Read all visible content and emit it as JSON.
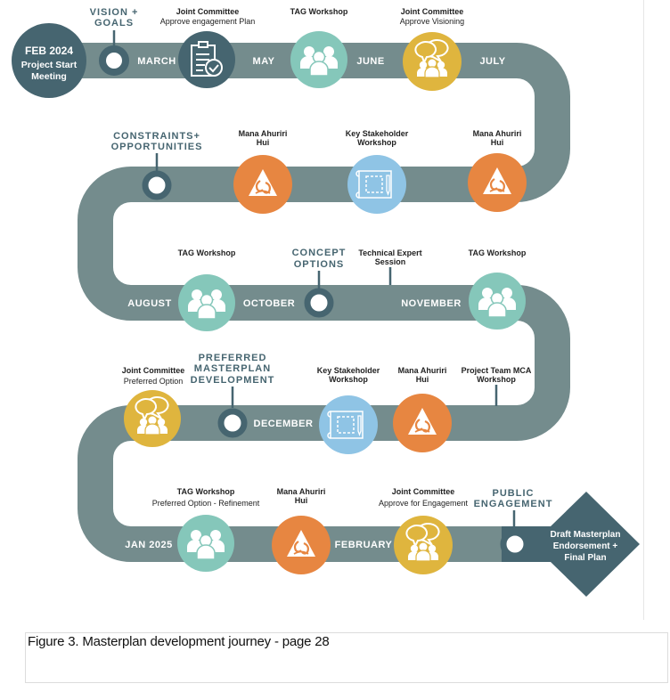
{
  "figure": {
    "caption": "Figure 3. Masterplan development journey - page 28",
    "colors": {
      "track": "#748c8d",
      "dark": "#466570",
      "teal": "#85c7ba",
      "orange": "#e78641",
      "blue": "#8fc4e5",
      "gold": "#dfb53e"
    }
  },
  "start": {
    "line1": "FEB 2024",
    "line2": "Project Start",
    "line3": "Meeting"
  },
  "end": {
    "line1": "Draft Masterplan",
    "line2": "Endorsement +",
    "line3": "Final Plan"
  },
  "months": {
    "march": "MARCH",
    "may": "MAY",
    "june": "JUNE",
    "july": "JULY",
    "august": "AUGUST",
    "october": "OCTOBER",
    "november": "NOVEMBER",
    "december": "DECEMBER",
    "jan2025": "JAN 2025",
    "february": "FEBRUARY"
  },
  "phases": {
    "vision": [
      "VISION +",
      "GOALS"
    ],
    "constraints": [
      "CONSTRAINTS+",
      "OPPORTUNITIES"
    ],
    "concept": [
      "CONCEPT",
      "OPTIONS"
    ],
    "preferred": [
      "PREFERRED",
      "MASTERPLAN",
      "DEVELOPMENT"
    ],
    "public": [
      "PUBLIC",
      "ENGAGEMENT"
    ]
  },
  "events": {
    "jc_plan": {
      "title": "Joint Committee",
      "sub": "Approve engagement Plan",
      "icon": "clipboard-check-icon"
    },
    "tag1": {
      "title": "TAG Workshop",
      "icon": "people-icon"
    },
    "jc_vision": {
      "title": "Joint Committee",
      "sub": "Approve Visioning",
      "icon": "chat-people-icon"
    },
    "mana1": {
      "title": "Mana Ahuriri",
      "title2": "Hui",
      "icon": "mana-ahuriri-icon"
    },
    "ksw1": {
      "title": "Key Stakeholder",
      "title2": "Workshop",
      "icon": "blueprint-icon"
    },
    "mana2": {
      "title": "Mana Ahuriri",
      "title2": "Hui",
      "icon": "mana-ahuriri-icon"
    },
    "tag2": {
      "title": "TAG Workshop",
      "icon": "people-icon"
    },
    "tech": {
      "title": "Technical Expert",
      "title2": "Session"
    },
    "tag3": {
      "title": "TAG Workshop",
      "icon": "people-icon"
    },
    "jc_pref": {
      "title": "Joint Committee",
      "sub": "Preferred Option",
      "icon": "chat-people-icon"
    },
    "ksw2": {
      "title": "Key Stakeholder",
      "title2": "Workshop",
      "icon": "blueprint-icon"
    },
    "mana3": {
      "title": "Mana Ahuriri",
      "title2": "Hui",
      "icon": "mana-ahuriri-icon"
    },
    "mca": {
      "title": "Project Team MCA",
      "title2": "Workshop"
    },
    "tag4": {
      "title": "TAG Workshop",
      "sub": "Preferred Option - Refinement",
      "icon": "people-icon"
    },
    "mana4": {
      "title": "Mana Ahuriri",
      "title2": "Hui",
      "icon": "mana-ahuriri-icon"
    },
    "jc_eng": {
      "title": "Joint Committee",
      "sub": "Approve for Engagement",
      "icon": "chat-people-icon"
    }
  }
}
